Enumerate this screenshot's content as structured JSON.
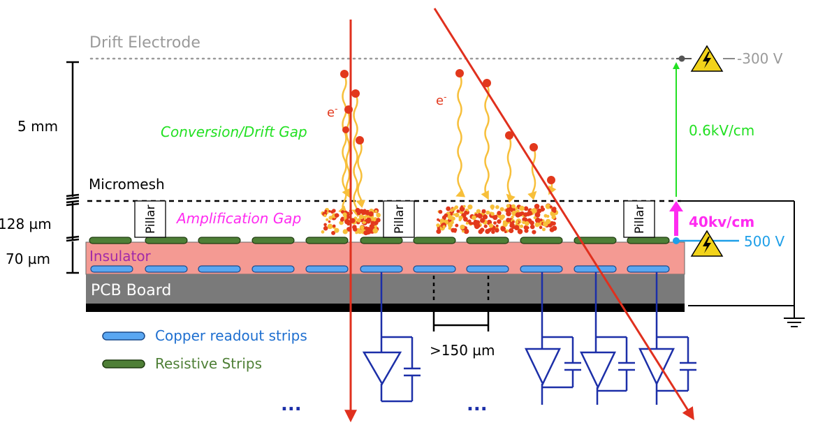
{
  "labels": {
    "drift_electrode": "Drift Electrode",
    "micromesh": "Micromesh",
    "conversion_gap": "Conversion/Drift Gap",
    "amplification_gap": "Amplification Gap",
    "insulator": "Insulator",
    "pcb_board": "PCB Board",
    "pillar": "Pillar",
    "electron": "e",
    "electron_sup": "-"
  },
  "dimensions": {
    "drift_gap": "5 mm",
    "amp_gap": "128 µm",
    "insulator": "70 µm",
    "strip_pitch": ">150 µm"
  },
  "voltages": {
    "drift_voltage": "-300 V",
    "mesh_voltage": "500 V",
    "drift_field": "0.6kV/cm",
    "amp_field": "40kv/cm"
  },
  "legend": {
    "copper": "Copper readout strips",
    "resistive": "Resistive Strips"
  },
  "ellipsis": "...",
  "colors": {
    "drift_grey": "#9a9a9a",
    "insulator": "#f49a93",
    "pcb": "#7a7a7a",
    "copper": "#5aa7f2",
    "resistive": "#4e7f36",
    "readout_blue": "#1c2fa8",
    "track_red": "#e0301e",
    "electron_red": "#e2381c",
    "drift_path": "#f7bf3a",
    "drift_field": "#22e022",
    "amp_field": "#ff2bf0",
    "mesh_volt": "#1e9fe8",
    "amp_label": "#ff2bf0",
    "conv_label": "#22e022",
    "insulator_label": "#a12aa8"
  }
}
